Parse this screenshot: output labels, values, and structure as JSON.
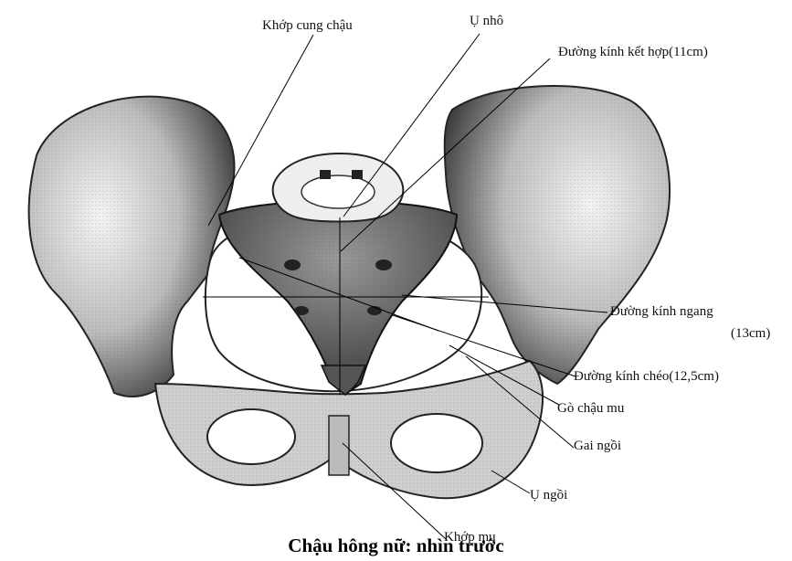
{
  "labels": {
    "khop_cung_chau": "Khớp cung chậu",
    "u_nho": "Ụ nhô",
    "duong_kinh_ket_hop": "Đường kính kết hợp(11cm)",
    "duong_kinh_ngang": "Đường kính ngang",
    "duong_kinh_ngang_value": "(13cm)",
    "duong_kinh_cheo": "Đường kính chéo(12,5cm)",
    "go_chau_mu": "Gò chậu mu",
    "gai_ngoi": "Gai ngồi",
    "u_ngoi": "Ụ ngồi",
    "khop_mu": "Khớp mu"
  },
  "caption": "Chậu hông nữ: nhìn trước"
}
